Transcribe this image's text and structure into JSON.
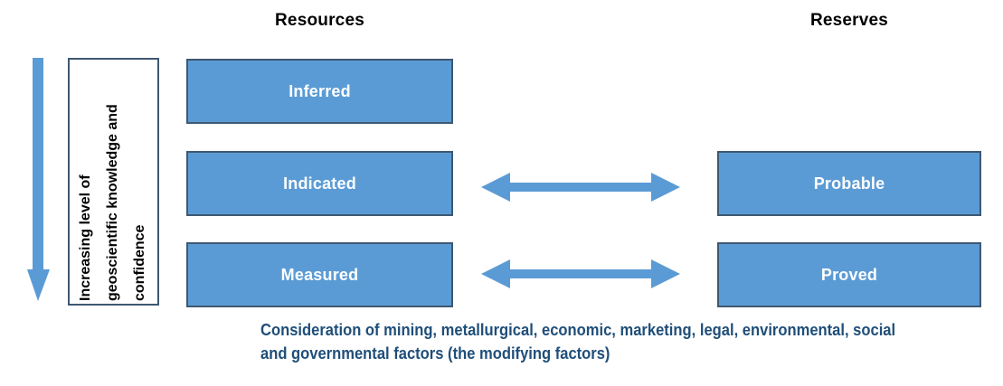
{
  "colors": {
    "box_fill": "#5B9BD5",
    "box_border": "#3E5872",
    "box_text": "#FFFFFF",
    "arrow_fill": "#5B9BD5",
    "heading_color": "#000000",
    "note_color": "#1F4E79"
  },
  "headings": {
    "resources": "Resources",
    "reserves": "Reserves"
  },
  "axis_label": "Increasing level of\ngeoscientific knowledge and\nconfidence",
  "resources": [
    "Inferred",
    "Indicated",
    "Measured"
  ],
  "reserves": [
    "Probable",
    "Proved"
  ],
  "note": "Consideration of mining, metallurgical, economic, marketing, legal, environmental, social\nand governmental factors (the modifying factors)"
}
